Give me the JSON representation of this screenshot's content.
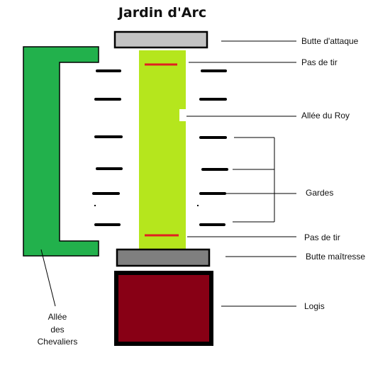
{
  "title": "Jardin d'Arc",
  "labels": {
    "butte_attaque": "Butte d'attaque",
    "pas_de_tir_top": "Pas de tir",
    "allee_du_roy": "Allée du Roy",
    "gardes": "Gardes",
    "pas_de_tir_bottom": "Pas de tir",
    "butte_maitresse": "Butte maîtresse",
    "logis": "Logis",
    "allee_des_chevaliers": [
      "Allée",
      "des",
      "Chevaliers"
    ]
  },
  "colors": {
    "allee_des_chevaliers": "#22b14c",
    "allee_du_roy": "#b5e61d",
    "pas_de_tir": "#e02020",
    "butte_attaque": "#c3c3c3",
    "butte_maitresse": "#7f7f7f",
    "logis": "#880015",
    "gardes": "#000000"
  }
}
